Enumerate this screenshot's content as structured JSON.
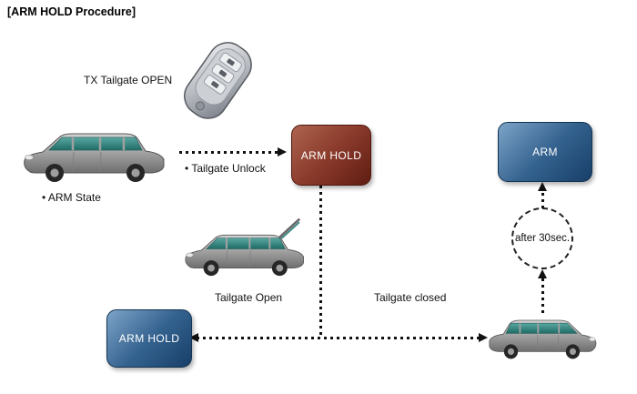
{
  "title": "[ARM HOLD Procedure]",
  "labels": {
    "tx_tailgate_open": "TX Tailgate OPEN",
    "tailgate_unlock": "• Tailgate Unlock",
    "arm_state": "• ARM State",
    "tailgate_open": "Tailgate Open",
    "tailgate_closed": "Tailgate closed",
    "after_30sec": "after 30sec."
  },
  "nodes": {
    "arm_hold_active": {
      "label": "ARM HOLD",
      "color": "#8a3a2b"
    },
    "arm": {
      "label": "ARM",
      "color": "#34628f"
    },
    "arm_hold_result": {
      "label": "ARM HOLD",
      "color": "#34628f"
    }
  },
  "icons": {
    "key_fob": "key-fob-icon",
    "car_arm_state": "car-side-icon",
    "car_tailgate_open": "car-tailgate-open-icon",
    "car_closed": "car-rear-icon"
  },
  "colors": {
    "background": "#ffffff",
    "arrow": "#111111",
    "node_red": "#8a3a2b",
    "node_blue": "#34628f",
    "car_glass": "#2f8a86"
  }
}
